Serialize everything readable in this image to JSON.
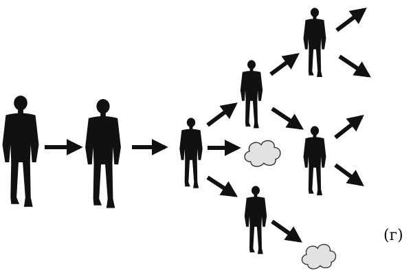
{
  "caption": "(г)",
  "colors": {
    "figure": "#111111",
    "arrow": "#111111",
    "cloud_fill": "#e2e2e2",
    "cloud_stroke": "#333333"
  },
  "figure_icon": "walking-person-silhouette",
  "cloud_icon": "cloud"
}
